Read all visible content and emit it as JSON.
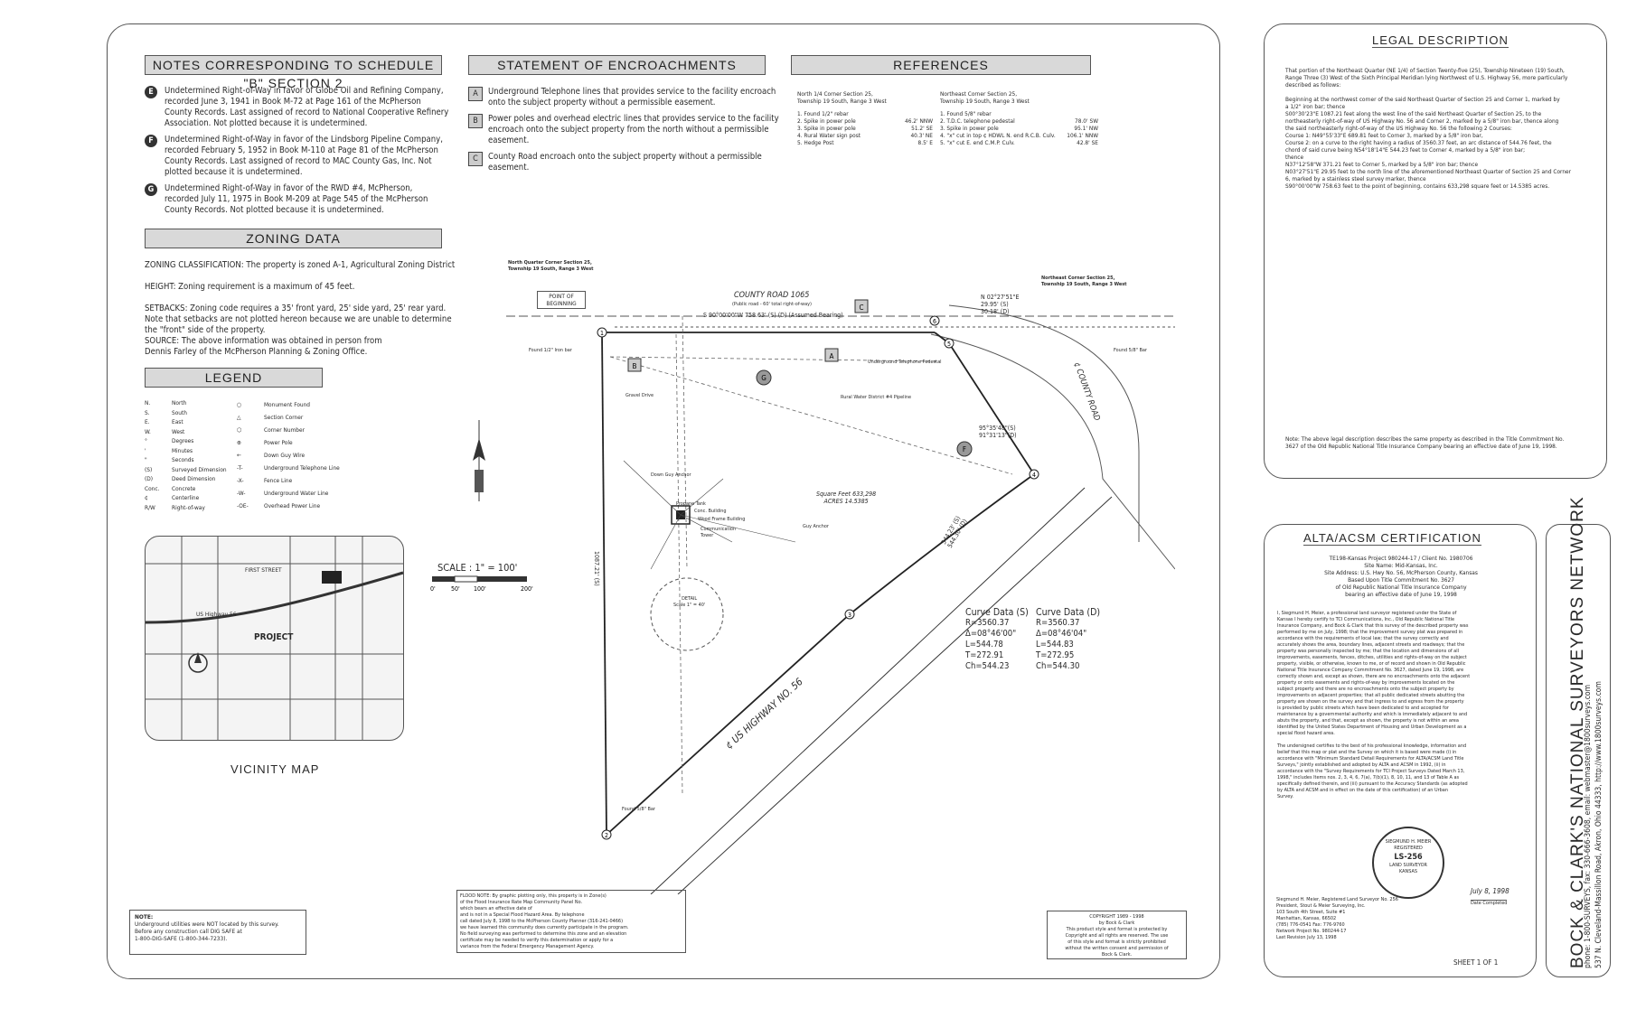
{
  "notes_b": {
    "title": "NOTES CORRESPONDING TO SCHEDULE \"B\" SECTION 2",
    "items": [
      {
        "mark": "E",
        "lines": [
          "Undetermined Right-of-Way in favor of Globe Oil and Refining Company,",
          "recorded June 3, 1941 in Book M-72 at Page 161 of the McPherson",
          "County Records. Last assigned of record to National Cooperative Refinery",
          "Association. Not plotted because it is undetermined."
        ]
      },
      {
        "mark": "F",
        "lines": [
          "Undetermined Right-of-Way in favor of the Lindsborg Pipeline Company,",
          "recorded February 5, 1952 in Book M-110 at Page 81 of the McPherson",
          "County Records. Last assigned of record to MAC County Gas, Inc. Not",
          "plotted because it is undetermined."
        ]
      },
      {
        "mark": "G",
        "lines": [
          "Undetermined Right-of-Way in favor of the RWD #4, McPherson,",
          "recorded July 11, 1975 in Book M-209 at Page 545 of the McPherson",
          "County Records. Not plotted because it is undetermined."
        ]
      }
    ]
  },
  "encroachments": {
    "title": "STATEMENT OF ENCROACHMENTS",
    "items": [
      {
        "mark": "A",
        "lines": [
          "Underground Telephone lines that provides service to the facility encroach",
          "onto the subject property without a permissible easement."
        ]
      },
      {
        "mark": "B",
        "lines": [
          "Power poles and overhead electric lines that provides service to the facility",
          "encroach onto the subject property from the north without a permissible",
          "easement."
        ]
      },
      {
        "mark": "C",
        "lines": [
          "County Road encroach onto the subject property without a permissible",
          "easement."
        ]
      }
    ]
  },
  "references": {
    "title": "REFERENCES",
    "left_heading": [
      "North 1/4 Corner Section 25,",
      "Township 19 South, Range 3 West"
    ],
    "left_rows": [
      [
        "1. Found 1/2\" rebar",
        ""
      ],
      [
        "2. Spike in power pole",
        "46.2' NNW"
      ],
      [
        "3. Spike in power pole",
        "51.2' SE"
      ],
      [
        "4. Rural Water sign post",
        "40.3' NE"
      ],
      [
        "5. Hedge Post",
        "8.5' E"
      ]
    ],
    "right_heading": [
      "Northeast Corner Section 25,",
      "Township 19 South, Range 3 West"
    ],
    "right_rows": [
      [
        "1. Found 5/8\" rebar",
        ""
      ],
      [
        "2. T.D.C. telephone pedestal",
        "78.0' SW"
      ],
      [
        "3. Spike in power pole",
        "95.1' NW"
      ],
      [
        "4. \"x\" cut in top ¢ HDWL N. end R.C.B. Culv.",
        "106.1' NNW"
      ],
      [
        "5. \"x\" cut E. end C.M.P. Culv.",
        "42.8' SE"
      ]
    ]
  },
  "zoning": {
    "title": "ZONING DATA",
    "lines": [
      "ZONING CLASSIFICATION:  The property is zoned A-1, Agricultural Zoning District",
      "",
      "HEIGHT:  Zoning requirement is a maximum of 45 feet.",
      "",
      "SETBACKS:  Zoning code requires a 35' front yard, 25' side yard, 25' rear yard.",
      "Note that setbacks are not plotted hereon because we are unable to determine",
      "the \"front\" side of the property.",
      "SOURCE:  The above information was obtained in person from",
      "Dennis Farley of the McPherson Planning & Zoning Office."
    ]
  },
  "legend": {
    "title": "LEGEND",
    "abbr": [
      [
        "N.",
        "North"
      ],
      [
        "S.",
        "South"
      ],
      [
        "E.",
        "East"
      ],
      [
        "W.",
        "West"
      ],
      [
        "°",
        "Degrees"
      ],
      [
        "'",
        "Minutes"
      ],
      [
        "\"",
        "Seconds"
      ],
      [
        "(S)",
        "Surveyed Dimension"
      ],
      [
        "(D)",
        "Deed Dimension"
      ],
      [
        "Conc.",
        "Concrete"
      ],
      [
        "¢",
        "Centerline"
      ],
      [
        "R/W",
        "Right-of-way"
      ]
    ],
    "symbols": [
      [
        "○",
        "Monument Found"
      ],
      [
        "△",
        "Section Corner"
      ],
      [
        "⬡",
        "Corner Number"
      ],
      [
        "⊕",
        "Power Pole"
      ],
      [
        "←",
        "Down Guy Wire"
      ],
      [
        "-T-",
        "Underground Telephone Line"
      ],
      [
        "-X-",
        "Fence Line"
      ],
      [
        "-W-",
        "Underground Water Line"
      ],
      [
        "-OE-",
        "Overhead Power Line"
      ]
    ]
  },
  "vicinity": {
    "caption": "VICINITY MAP",
    "project": "PROJECT",
    "street": "FIRST STREET",
    "highway": "US Highway 56"
  },
  "note_box": {
    "title": "NOTE:",
    "lines": [
      "Underground utilities were NOT located by this survey.",
      "Before any construction call DIG SAFE at",
      "1-800-DIG-SAFE (1-800-344-7233)."
    ]
  },
  "flood_note": {
    "lines": [
      "FLOOD NOTE:             By graphic plotting only, this property is in Zone(s)",
      "                              of the Flood Insurance Rate Map Community Panel No.",
      "                              which bears an effective date of",
      "                              and is not in a Special Flood Hazard Area. By telephone",
      "call dated July 8, 1998 to the McPherson County Planner (316-241-0466)",
      "we have learned this community does currently participate in the program.",
      "No field surveying was performed to determine this zone and an elevation",
      "certificate may be needed to verify this determination or apply for a",
      "variance from the Federal Emergency Management Agency."
    ]
  },
  "copyright": {
    "lines": [
      "COPYRIGHT 1989 - 1998",
      "by Bock & Clark",
      "This product style and format is protected by",
      "Copyright and all rights are reserved. The use",
      "of this style and format is strictly prohibited",
      "without the written consent and permission of",
      "Bock & Clark."
    ]
  },
  "scale": {
    "label": "SCALE :  1\" = 100'",
    "ticks": [
      "0'",
      "50'",
      "100'",
      "200'"
    ]
  },
  "plat": {
    "point_of_beginning": [
      "POINT OF",
      "BEGINNING"
    ],
    "north_corner": [
      "North Quarter Corner Section 25,",
      "Township 19 South, Range 3 West"
    ],
    "ne_corner": [
      "Northeast Corner Section 25,",
      "Township 19 South, Range 3 West"
    ],
    "county_road": "COUNTY ROAD 1065",
    "county_road_sub": "(Public road - 60' total right-of-way)",
    "top_bearing": "S 90°00'00\"W 758.63' (S) (D) (Assumed Bearing)",
    "highway": "¢ US HIGHWAY NO. 56",
    "east_road": "¢ COUNTY ROAD",
    "square_feet": "Square Feet 633,298",
    "acres": "ACRES 14.5385",
    "ne_bearing": "N 02°27'51\"E",
    "ne_d1": "29.95' (S)",
    "ne_d2": "30.18' (D)",
    "right_angle": [
      "95°35'48\"(S)",
      "91°31'13\"(D)"
    ],
    "chord1": "544.23' (S)",
    "chord2": "544.30' (D)",
    "left_dist": "1087.21' (S)",
    "detail": "DETAIL",
    "detail_scale": "Scale 1\" = 40'",
    "labels": [
      "Found 1/2\" Iron bar",
      "Found 5/8\" Bar",
      "Underground Telephone Pedestal",
      "Rural Water District #4 Pipeline",
      "Propane Tank",
      "Conc. Building",
      "Wood Frame Building",
      "Communication Tower",
      "Guy Anchor",
      "Down Guy Anchor",
      "Gravel Drive",
      "Found 5/8\" Bar"
    ]
  },
  "curve_s": {
    "title": "Curve Data (S)",
    "lines": [
      "R=3560.37",
      "Δ=08°46'00\"",
      "L=544.78",
      "T=272.91",
      "Ch=544.23"
    ]
  },
  "curve_d": {
    "title": "Curve Data (D)",
    "lines": [
      "R=3560.37",
      "Δ=08°46'04\"",
      "L=544.83",
      "T=272.95",
      "Ch=544.30"
    ]
  },
  "legal": {
    "title": "LEGAL DESCRIPTION",
    "lines": [
      "That portion of the Northeast Quarter (NE 1/4) of Section Twenty-five (25), Township Nineteen (19) South,",
      "Range Three (3) West of the Sixth Principal Meridian lying Northwest of U.S. Highway 56, more particularly",
      "described as follows:",
      "",
      "Beginning at the northwest corner of the said Northeast Quarter of Section 25 and Corner 1, marked by",
      "    a 1/2\" iron bar; thence",
      "S00°30'23\"E 1087.21 feet along the west line of the said Northeast Quarter of Section 25, to the",
      "    northeasterly right-of-way of US Highway No. 56 and Corner 2, marked by a 5/8\" iron bar, thence along",
      "    the said northeasterly right-of-way of the US Highway No. 56 the following 2 Courses:",
      "Course 1:  N49°55'33\"E 689.81 feet to Corner 3, marked by a 5/8\" iron bar,",
      "Course 2:  on a curve to the right having a radius of 3560.37 feet, an arc distance of 544.76 feet, the",
      "    chord of said curve being N54°18'14\"E 544.23 feet to Corner 4, marked by a 5/8\" iron bar;",
      "    thence",
      "N37°12'58\"W 371.21 feet to Corner 5, marked by a 5/8\" iron bar; thence",
      "N03°27'51\"E 29.95 feet to the north line of the aforementioned Northeast Quarter of Section 25 and Corner",
      "    6, marked by a stainless steel survey marker, thence",
      "S90°00'00\"W 758.63 feet to the point of beginning, contains 633,298 square feet or 14.5385 acres."
    ],
    "note": [
      "Note:  The above legal description describes the same property as described in the Title Commitment No.",
      "3627 of the Old Republic National Title Insurance Company bearing an effective date of June 19, 1998."
    ]
  },
  "cert": {
    "title": "ALTA/ACSM CERTIFICATION",
    "head": [
      "TE198-Kansas Project 980244-17  /  Client No. 1980706",
      "Site Name: Mid-Kansas, Inc.",
      "Site Address: U.S. Hwy No. 56, McPherson County, Kansas",
      "Based Upon Title Commitment No. 3627",
      "of Old Republic National Title Insurance Company",
      "bearing an effective date of June 19, 1998"
    ],
    "body": [
      "I, Siegmund H. Meier, a professional land surveyor registered under the State of",
      "Kansas I hereby certify to TCI Communications, Inc., Old Republic National Title",
      "Insurance Company, and Bock & Clark that this survey of the described property was",
      "performed by me on July, 1998; that the improvement survey plat was prepared in",
      "accordance with the requirements of local law; that the survey correctly and",
      "accurately shows the area, boundary lines, adjacent streets and roadways; that the",
      "property was personally inspected by me; that the location and dimensions of all",
      "improvements, easements, fences, ditches, utilities and rights-of-way on the subject",
      "property, visible, or otherwise, known to me, or of record and shown in Old Republic",
      "National Title Insurance Company Commitment No. 3627, dated June 19, 1998, are",
      "correctly shown and, except as shown, there are no encroachments onto the adjacent",
      "property or onto easements and rights-of-way by improvements located on the",
      "subject property and there are no encroachments onto the subject property by",
      "improvements on adjacent properties; that all public dedicated streets abutting the",
      "property are shown on the survey and that ingress to and egress from the property",
      "is provided by public streets which have been dedicated to and accepted for",
      "maintenance by a governmental authority and which is immediately adjacent to and",
      "abuts the property, and that, except as shown, the property is not within an area",
      "identified by the United States Department of Housing and Urban Development as a",
      "special flood hazard area.",
      "",
      "The undersigned certifies to the best of his professional knowledge, information and",
      "belief that this map or plat and the Survey on which it is based were made (i) in",
      "accordance with \"Minimum Standard Detail Requirements for ALTA/ACSM Land Title",
      "Surveys,\" jointly established and adopted by ALTA and ACSM in 1992, (ii) in",
      "accordance with the \"Survey Requirements for TCI Project Surveys Dated March 13,",
      "1998,\" includes Items nos. 2, 3, 4, 6, 7(a), 7(b)(1), 8, 10, 11, and 13 of Table A as",
      "specifically defined therein, and (iii) pursuant to the Accuracy Standards (as adopted",
      "by ALTA and ACSM and in effect on the date of this certification) of an Urban",
      "Survey."
    ],
    "signer": [
      "Siegmund H. Meier, Registered Land Surveyor No. 256",
      "President, Stout & Meier Surveying, Inc.",
      "103 South 4th Street, Suite #1",
      "Manhattan, Kansas, 66502",
      "(785) 776-0541  Fax: 776-9760",
      "Network Project No. 980244-17",
      "Last Revision July 13, 1998"
    ],
    "date": "July 8, 1998",
    "date_label": "Date Completed",
    "seal": [
      "SIEGMUND H. MEIER",
      "REGISTERED",
      "LS-256",
      "LAND SURVEYOR",
      "KANSAS"
    ],
    "sheet": "SHEET 1 OF 1"
  },
  "network": {
    "title": "BOCK & CLARK'S NATIONAL SURVEYORS NETWORK",
    "line1": "phone: 1-800-SURVEYS,  fax: 330-666-3608,  email: webmaster@1800surveys.com",
    "line2": "537 N. Cleveland-Massillon Road, Akron, Ohio 44333,  http://www.1800surveys.com"
  }
}
